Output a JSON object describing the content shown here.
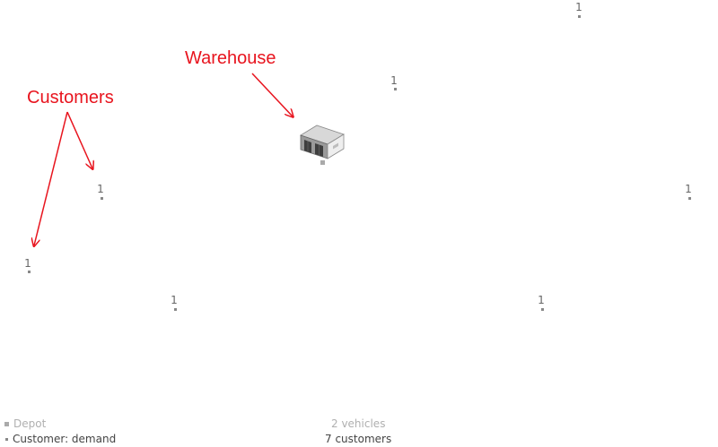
{
  "annotations": {
    "customers": "Customers",
    "warehouse": "Warehouse"
  },
  "depot": {
    "icon": "warehouse-icon"
  },
  "customers": [
    {
      "demand": "1"
    },
    {
      "demand": "1"
    },
    {
      "demand": "1"
    },
    {
      "demand": "1"
    },
    {
      "demand": "1"
    },
    {
      "demand": "1"
    },
    {
      "demand": "1"
    }
  ],
  "legend": {
    "depot_label": "Depot",
    "customer_label": "Customer: demand"
  },
  "summary": {
    "vehicles": "2 vehicles",
    "customers": "7 customers"
  },
  "colors": {
    "annotation": "#e8141e",
    "depot_legend_text": "#b0b0b0",
    "customer_legend_text": "#444444",
    "node_gray": "#888888"
  }
}
